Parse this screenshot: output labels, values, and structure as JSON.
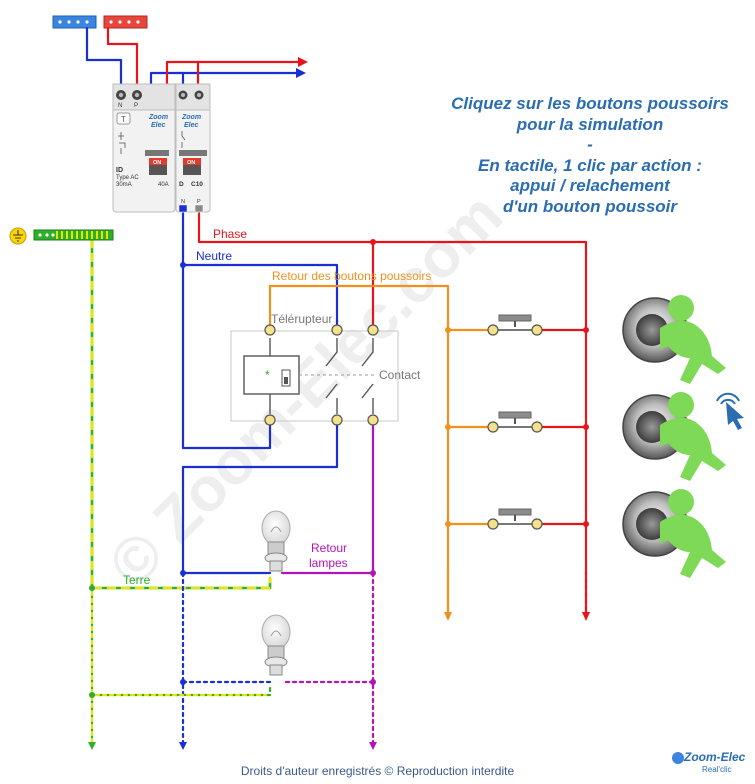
{
  "instructions": {
    "line1": "Cliquez sur les boutons poussoirs",
    "line2": "pour la simulation",
    "line3": "-",
    "line4": "En tactile, 1 clic par action :",
    "line5": "appui / relachement",
    "line6": "d'un bouton poussoir"
  },
  "labels": {
    "phase": "Phase",
    "neutre": "Neutre",
    "retour_boutons": "Retour des boutons poussoirs",
    "telerupteur": "Télérupteur",
    "contact": "Contact",
    "retour_lampes_1": "Retour",
    "retour_lampes_2": "lampes",
    "terre": "Terre",
    "watermark": "© Zoom-Elec.com"
  },
  "breaker_id": {
    "brand_1": "Zoom",
    "brand_2": "Elec",
    "test": "T",
    "on": "ON",
    "model": "ID",
    "type": "Type AC",
    "sensitivity": "30mA",
    "rating": "40A",
    "term_n": "N",
    "term_p": "P"
  },
  "breaker_c10": {
    "brand_1": "Zoom",
    "brand_2": "Elec",
    "on": "ON",
    "curve": "D",
    "rating": "C10",
    "term_n": "N",
    "term_p": "P"
  },
  "footer": "Droits d'auteur enregistrés © Reproduction interdite",
  "logo": {
    "name": "Zoom-Elec",
    "sub": "Real'clic"
  },
  "colors": {
    "phase": "#e8141b",
    "neutre": "#1a2ed6",
    "retour_boutons": "#f0911e",
    "retour_lampes": "#b313b8",
    "terre_green": "#2fae2a",
    "terre_yellow": "#e6e600",
    "instructions": "#2a6db3",
    "figure": "#7ed957"
  }
}
